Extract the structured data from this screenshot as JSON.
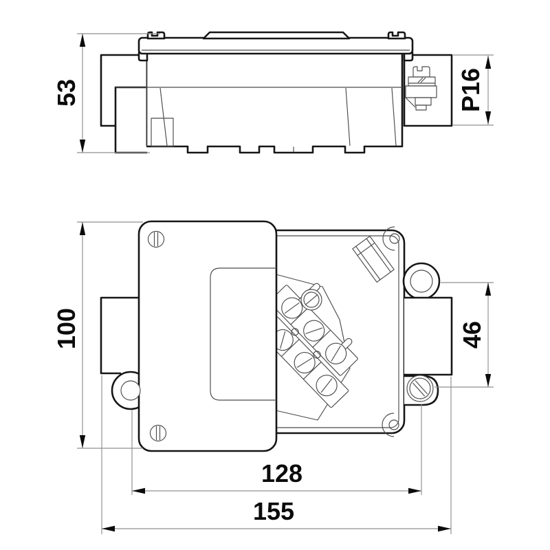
{
  "drawing": {
    "colors": {
      "background": "#ffffff",
      "outline": "#161616",
      "thin_line": "#4a4a4a",
      "dimension_line": "#8f8f8f",
      "text": "#0b0b0b"
    },
    "dimensions": {
      "side_height": "53",
      "gland_thread": "P16",
      "plan_depth": "100",
      "right_hole_spacing": "46",
      "mounting_hole_spacing": "128",
      "overall_width": "155"
    }
  }
}
